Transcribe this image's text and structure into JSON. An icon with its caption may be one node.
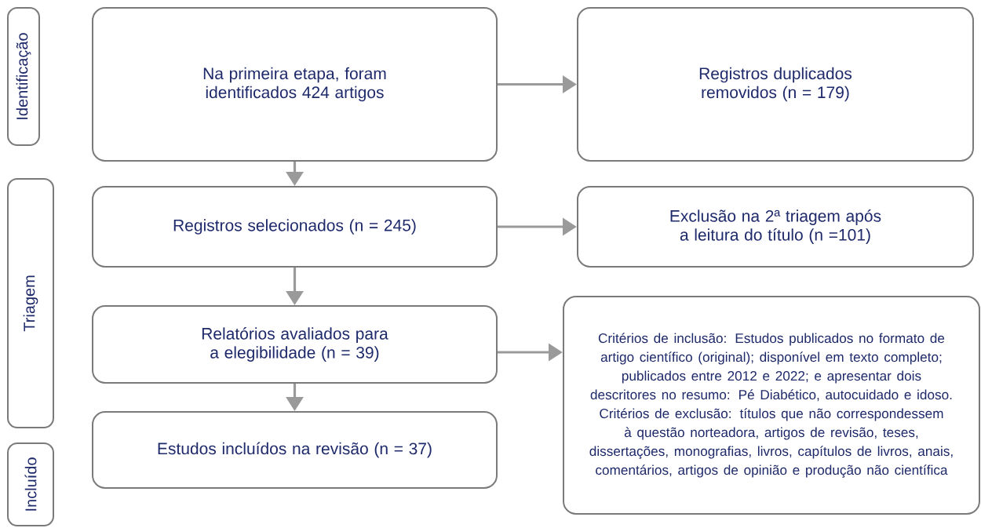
{
  "diagram": {
    "nodes": [
      {
        "text": [
          "Identificação"
        ]
      },
      {
        "text": [
          "Triagem"
        ]
      },
      {
        "text": [
          "Incluído"
        ]
      },
      {
        "text": [
          "Na primeira etapa, foram identificados 424 artigos"
        ]
      },
      {
        "text": [
          "Registros duplicados removidos (n = 179)"
        ]
      },
      {
        "text": [
          "Registros selecionados (n = 245)"
        ]
      },
      {
        "text": [
          "Exclusão na 2ª triagem após a leitura do título (n =101)"
        ]
      },
      {
        "text": [
          "Relatórios avaliados para a elegibilidade (n = 39)"
        ]
      },
      {
        "text": [
          "Critérios de inclusão: Estudos publicados no formato de artigo científico (original); disponível em texto completo; publicados entre 2012 e 2022; e apresentar dois descritores no resumo: Pé Diabético, autocuidado e idoso. Critérios de exclusão: títulos que não correspondessem à questão norteadora, artigos de revisão, teses, dissertações, monografias, livros, capítulos de livros, anais, comentários, artigos de opinião e produção não científica"
        ]
      },
      {
        "text": [
          "Estudos incluídos na revisão (n = 37)"
        ]
      }
    ],
    "edges": [
      {
        "from": 3,
        "to": 4,
        "arrow": "to"
      },
      {
        "from": 3,
        "to": 5,
        "arrow": "to"
      },
      {
        "from": 5,
        "to": 6,
        "arrow": "to"
      },
      {
        "from": 5,
        "to": 7,
        "arrow": "to"
      },
      {
        "from": 7,
        "to": 8,
        "arrow": "to"
      },
      {
        "from": 7,
        "to": 9,
        "arrow": "to"
      }
    ]
  }
}
